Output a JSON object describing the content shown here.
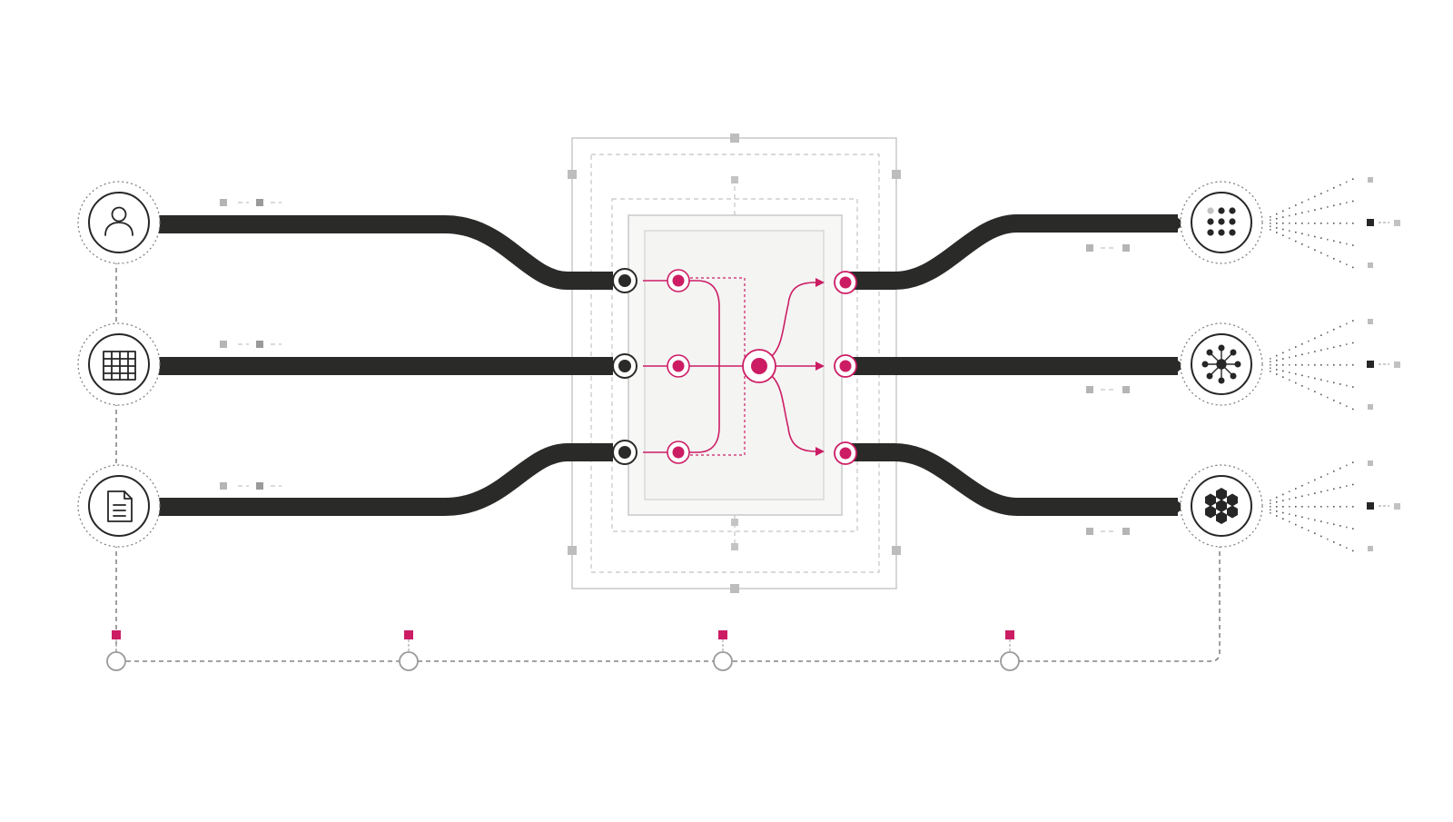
{
  "colors": {
    "accent": "#cc1d64",
    "bar": "#2a2a28",
    "frame": "#c8c8c8",
    "panel": "#f5f5f4",
    "node_grey": "#bdbdbd"
  },
  "inputs": [
    {
      "icon": "user-icon"
    },
    {
      "icon": "table-grid-icon"
    },
    {
      "icon": "document-icon"
    }
  ],
  "outputs": [
    {
      "icon": "dot-matrix-icon"
    },
    {
      "icon": "network-hub-icon"
    },
    {
      "icon": "hexagon-cluster-icon"
    }
  ],
  "hub": {
    "input_ports": 3,
    "output_ports": 3,
    "center_node": "merge-node"
  },
  "timeline": {
    "markers": 4,
    "marker_color": "#cc1d64"
  }
}
